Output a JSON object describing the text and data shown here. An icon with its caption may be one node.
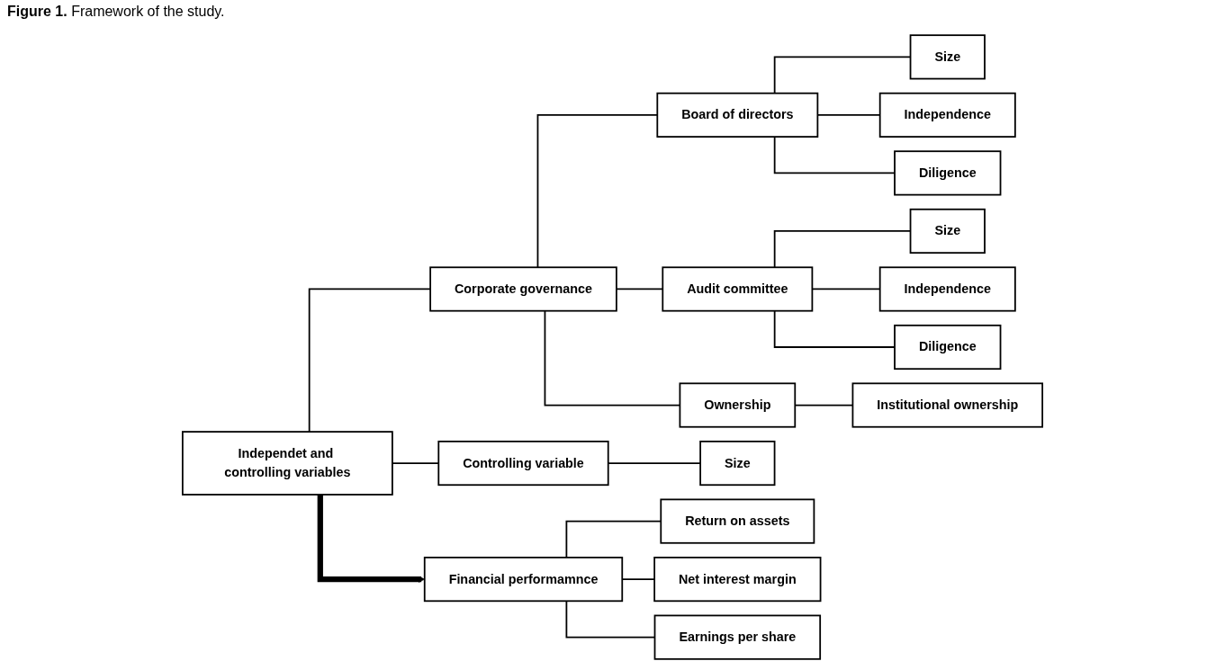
{
  "diagram": {
    "title": "**Figure 1.** Framework of the study.",
    "nodes": [
      {
        "text": [
          "Independet and controlling variables"
        ]
      },
      {
        "text": [
          "Corporate governance"
        ]
      },
      {
        "text": [
          "Board of directors"
        ]
      },
      {
        "text": [
          "Size"
        ]
      },
      {
        "text": [
          "Independence"
        ]
      },
      {
        "text": [
          "Diligence"
        ]
      },
      {
        "text": [
          "Audit committee"
        ]
      },
      {
        "text": [
          "Size"
        ]
      },
      {
        "text": [
          "Independence"
        ]
      },
      {
        "text": [
          "Diligence"
        ]
      },
      {
        "text": [
          "Ownership"
        ]
      },
      {
        "text": [
          "Institutional ownership"
        ]
      },
      {
        "text": [
          "Controlling variable"
        ]
      },
      {
        "text": [
          "Size"
        ]
      },
      {
        "text": [
          "Financial performamnce"
        ]
      },
      {
        "text": [
          "Return on assets"
        ]
      },
      {
        "text": [
          "Net interest margin"
        ]
      },
      {
        "text": [
          "Earnings per share"
        ]
      }
    ],
    "edges": [
      {
        "from": 0,
        "to": 1,
        "arrow": "none"
      },
      {
        "from": 0,
        "to": 12,
        "arrow": "none"
      },
      {
        "from": 1,
        "to": 2,
        "arrow": "none"
      },
      {
        "from": 1,
        "to": 6,
        "arrow": "none"
      },
      {
        "from": 1,
        "to": 10,
        "arrow": "none"
      },
      {
        "from": 2,
        "to": 3,
        "arrow": "none"
      },
      {
        "from": 2,
        "to": 4,
        "arrow": "none"
      },
      {
        "from": 2,
        "to": 5,
        "arrow": "none"
      },
      {
        "from": 6,
        "to": 7,
        "arrow": "none"
      },
      {
        "from": 6,
        "to": 8,
        "arrow": "none"
      },
      {
        "from": 6,
        "to": 9,
        "arrow": "none"
      },
      {
        "from": 10,
        "to": 11,
        "arrow": "none"
      },
      {
        "from": 12,
        "to": 13,
        "arrow": "none"
      },
      {
        "from": 0,
        "to": 14,
        "arrow": "to",
        "style": "thick"
      },
      {
        "from": 14,
        "to": 15,
        "arrow": "none"
      },
      {
        "from": 14,
        "to": 16,
        "arrow": "none"
      },
      {
        "from": 14,
        "to": 17,
        "arrow": "none"
      }
    ]
  }
}
